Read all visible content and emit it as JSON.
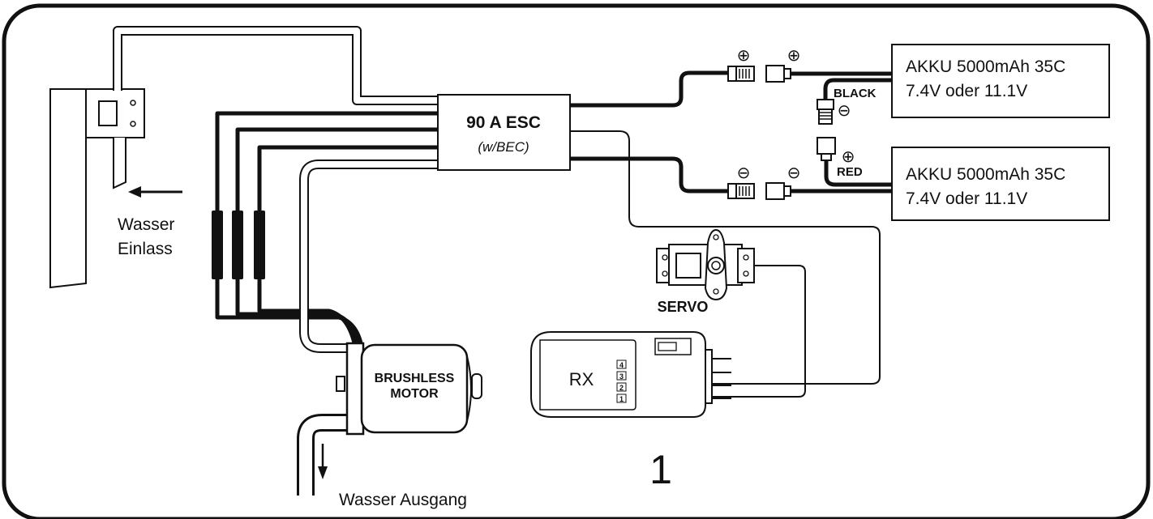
{
  "esc": {
    "title": "90 A ESC",
    "subtitle": "(w/BEC)"
  },
  "battery_1": {
    "line1": "AKKU 5000mAh 35C",
    "line2": "7.4V oder 11.1V"
  },
  "battery_2": {
    "line1": "AKKU 5000mAh 35C",
    "line2": "7.4V oder 11.1V"
  },
  "wire_labels": {
    "black": "BLACK",
    "red": "RED"
  },
  "polarity": {
    "plus": "⊕",
    "minus": "⊖"
  },
  "servo": {
    "label": "SERVO"
  },
  "receiver": {
    "label": "RX",
    "channels": [
      "4",
      "3",
      "2",
      "1"
    ]
  },
  "motor": {
    "line1": "BRUSHLESS",
    "line2": "MOTOR"
  },
  "water_inlet": {
    "line1": "Wasser",
    "line2": "Einlass"
  },
  "water_outlet": {
    "label": "Wasser Ausgang"
  },
  "figure_number": "1"
}
